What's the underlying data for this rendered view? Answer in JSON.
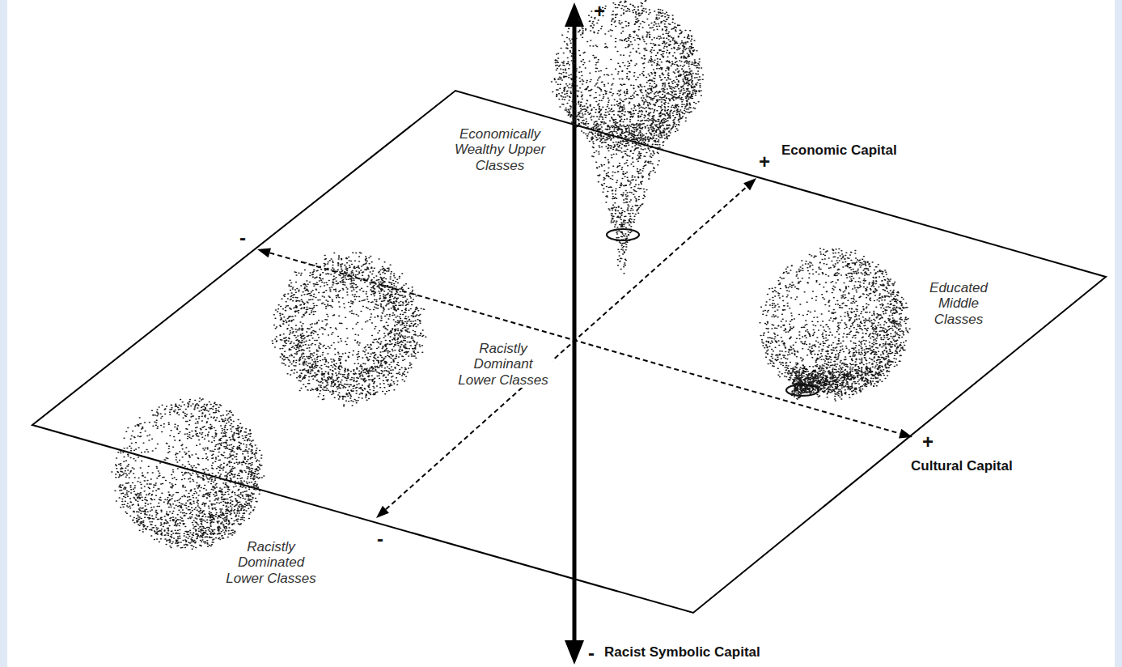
{
  "diagram": {
    "nodes": [
      {
        "text": [
          "Economically Wealthy Upper Classes"
        ]
      },
      {
        "text": [
          "Racistly Dominant Lower Classes"
        ]
      },
      {
        "text": [
          "Educated Middle Classes"
        ]
      },
      {
        "text": [
          "Racistly Dominated Lower Classes"
        ]
      }
    ],
    "labels": [
      "+",
      "Economic Capital",
      "+",
      "-",
      "+",
      "Cultural Capital",
      "-",
      "-",
      "Racist Symbolic Capital"
    ]
  }
}
